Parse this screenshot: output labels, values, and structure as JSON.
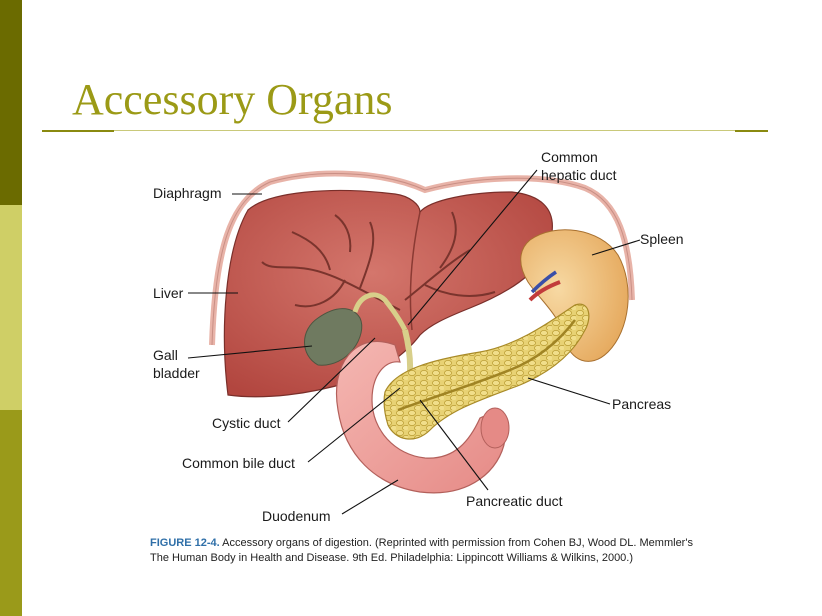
{
  "slide": {
    "title": "Accessory Organs"
  },
  "labels": {
    "diaphragm": "Diaphragm",
    "liver": "Liver",
    "gall_line1": "Gall",
    "gall_line2": "bladder",
    "cystic_duct": "Cystic duct",
    "common_bile_duct": "Common bile duct",
    "duodenum": "Duodenum",
    "common_hepatic_line1": "Common",
    "common_hepatic_line2": "hepatic duct",
    "spleen": "Spleen",
    "pancreas": "Pancreas",
    "pancreatic_duct": "Pancreatic duct"
  },
  "caption": {
    "figure_label": "FIGURE 12-4.",
    "text": "Accessory organs of digestion. (Reprinted with permission from Cohen BJ, Wood DL. Memmler's The Human Body in Health and Disease. 9th Ed. Philadelphia: Lippincott Williams & Wilkins, 2000.)"
  },
  "colors": {
    "title": "#9b9a16",
    "sidebar_dark": "#6b6b00",
    "sidebar_light": "#cfcf66",
    "sidebar_mid": "#9a9a1a",
    "liver": "#c0574f",
    "spleen": "#f0c07a",
    "pancreas": "#e6cf6a",
    "duodenum": "#eb9a95",
    "gallbladder": "#6f7a60",
    "figure_label": "#2f6fa8"
  }
}
